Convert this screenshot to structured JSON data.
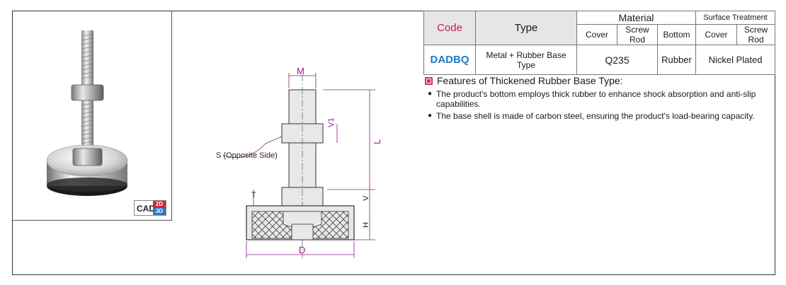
{
  "photo": {
    "cad": "CAD",
    "badge_2d": "2D",
    "badge_3d": "3D"
  },
  "drawing": {
    "label_m": "M",
    "label_v1": "V1",
    "label_l": "L",
    "label_s": "S (Opposite Side)",
    "label_t": "T",
    "label_v": "V",
    "label_h": "H",
    "label_d": "D"
  },
  "table": {
    "code_header": "Code",
    "type_header": "Type",
    "material_header": "Material",
    "surface_header": "Surface Treatment",
    "sub_cover": "Cover",
    "sub_screw_rod": "Screw Rod",
    "sub_bottom": "Bottom",
    "sub_cover2": "Cover",
    "sub_screw_rod2": "Screw Rod",
    "code": "DADBQ",
    "type": "Metal + Rubber Base Type",
    "material_cover_rod": "Q235",
    "material_bottom": "Rubber",
    "surface": "Nickel Plated"
  },
  "features": {
    "title": "Features of Thickened Rubber Base Type:",
    "items": [
      "The product's bottom employs thick rubber to enhance shock absorption and anti-slip capabilities.",
      "The base shell is made of carbon steel, ensuring the product's load-bearing capacity."
    ]
  },
  "colors": {
    "code_red": "#c2185b",
    "code_blue": "#1f7ac4",
    "dim_purple": "#8b1a8b",
    "icon_magenta": "#d6267a"
  }
}
